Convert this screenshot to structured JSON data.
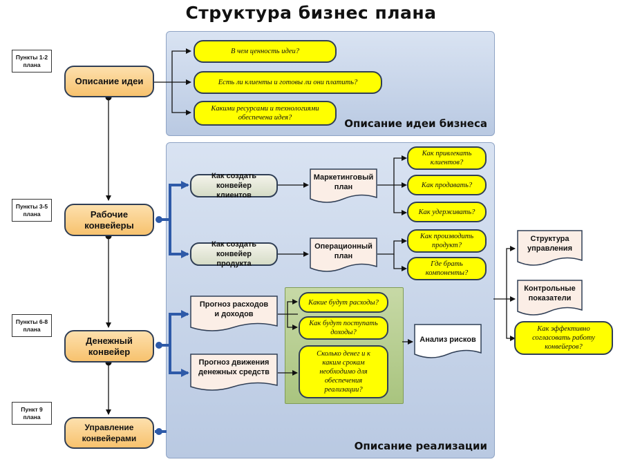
{
  "title": "Структура бизнес плана",
  "panels": {
    "top": "Описание идеи бизнеса",
    "bottom": "Описание реализации"
  },
  "labels": [
    "Пункты 1-2 плана",
    "Пункты 3-5 плана",
    "Пункты 6-8 плана",
    "Пункт 9 плана"
  ],
  "main_nodes": [
    "Описание идеи",
    "Рабочие конвейеры",
    "Денежный конвейер",
    "Управление конвейерами"
  ],
  "idea_questions": [
    "В чем ценность идеи?",
    "Есть ли клиенты и готовы ли они платить?",
    "Какими ресурсами и технологиями обеспечена идея?"
  ],
  "conveyors": [
    "Как создать конвейер клиентов",
    "Как создать конвейер продукта"
  ],
  "plans": [
    "Маркетинговый план",
    "Операционный план"
  ],
  "marketing_questions": [
    "Как привлекать клиентов?",
    "Как продавать?",
    "Как удерживать?"
  ],
  "operational_questions": [
    "Как производить продукт?",
    "Где брать компоненты?"
  ],
  "forecasts": [
    "Прогноз расходов и доходов",
    "Прогноз движения денежных средств"
  ],
  "finance_questions": [
    "Какие будут расходы?",
    "Как будут поступать доходы?",
    "Сколько денег и к каким срокам необходимо для обеспечения реализации?"
  ],
  "risk": "Анализ рисков",
  "management": [
    "Структура управления",
    "Контрольные показатели"
  ],
  "management_question": "Как эффективно согласовать работу конвейеров?"
}
